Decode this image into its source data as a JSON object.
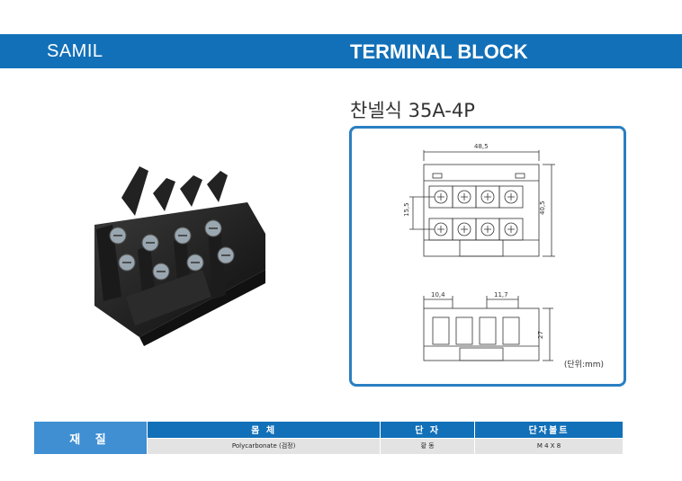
{
  "header": {
    "brand": "SAMIL",
    "title": "TERMINAL BLOCK"
  },
  "model": "찬넬식  35A-4P",
  "drawing": {
    "dim_width": "48,5",
    "dim_pitch_v": "15,5",
    "dim_height": "40,5",
    "dim_left": "10,4",
    "dim_pitch_h": "11,7",
    "dim_depth": "27",
    "unit": "(단위:mm)"
  },
  "spec": {
    "category": "재 질",
    "headers": [
      "몸 체",
      "단 자",
      "단자볼트"
    ],
    "values": [
      "Polycarbonate (검정)",
      "황 동",
      "M 4 X 8"
    ]
  }
}
